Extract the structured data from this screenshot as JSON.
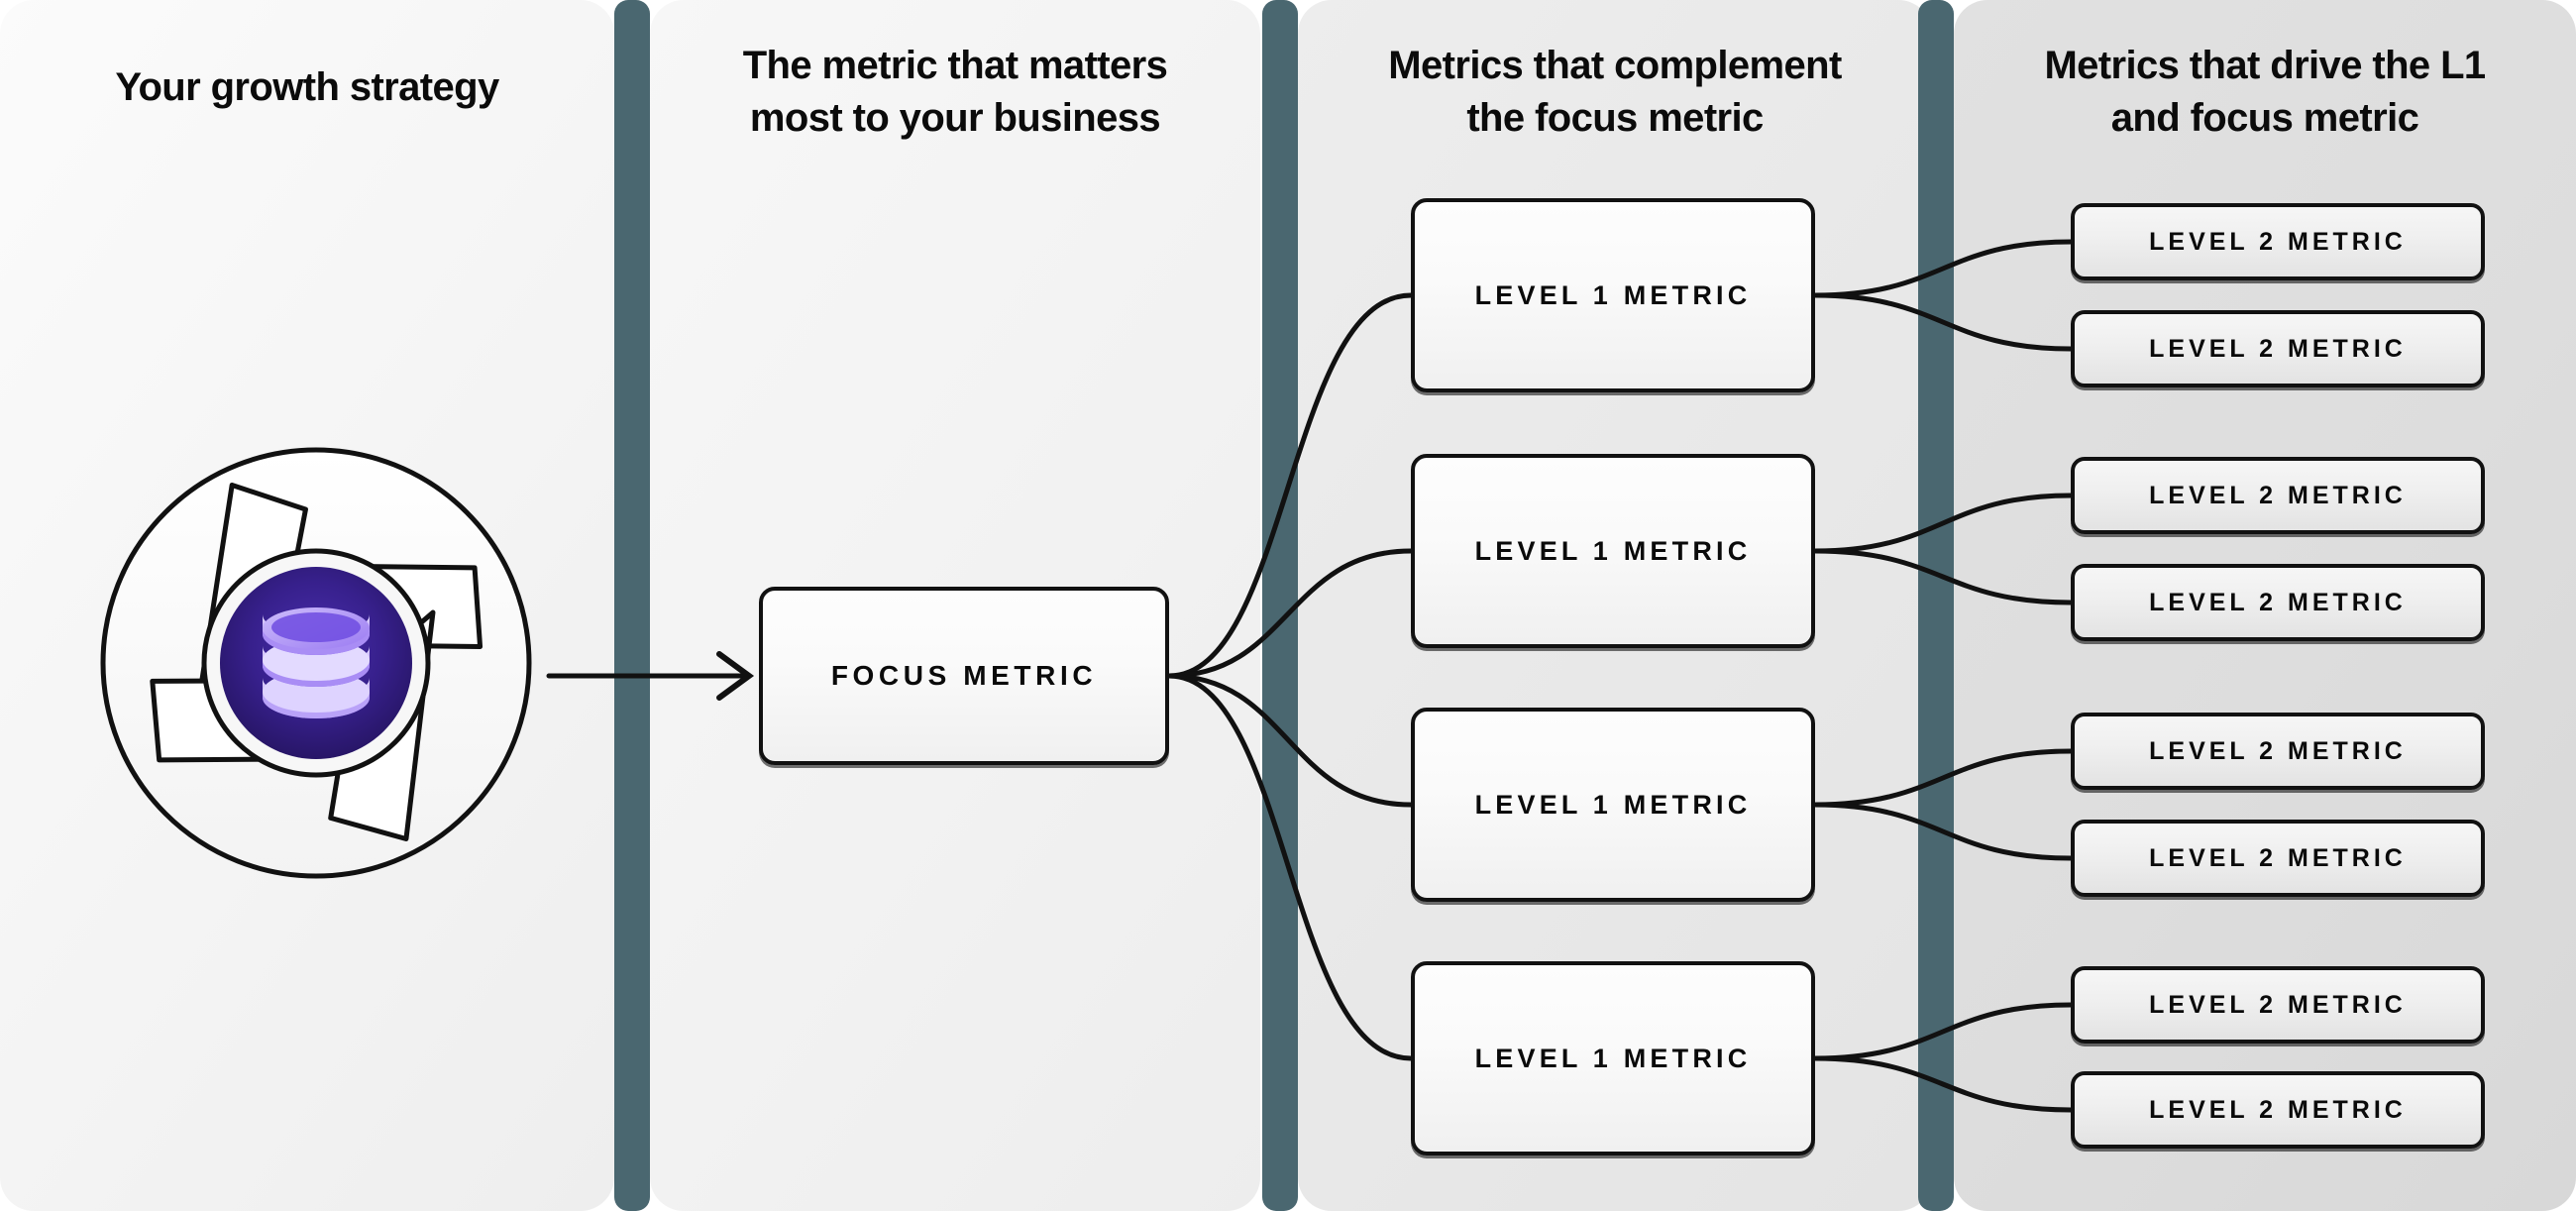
{
  "columns": [
    {
      "title": "Your growth strategy",
      "bg": "#f4f4f4"
    },
    {
      "title": "The metric that matters\nmost to your business",
      "bg": "#f2f2f2"
    },
    {
      "title": "Metrics that complement\nthe focus metric",
      "bg": "#e8e8e8"
    },
    {
      "title": "Metrics that drive the L1\nand focus metric",
      "bg": "#dddddd"
    }
  ],
  "logo": {
    "name": "growth-strategy-aperture-logo",
    "core_icon": "database-icon",
    "core_color_outer": "#2b1a6e",
    "core_color_inner": "#3d2596",
    "disk_color": "#b9a6f7",
    "disk_shadow": "#7b54e8"
  },
  "focus": {
    "label": "FOCUS METRIC"
  },
  "level1": [
    {
      "label": "LEVEL 1 METRIC"
    },
    {
      "label": "LEVEL 1 METRIC"
    },
    {
      "label": "LEVEL 1 METRIC"
    },
    {
      "label": "LEVEL 1 METRIC"
    }
  ],
  "level2": [
    {
      "label": "LEVEL 2 METRIC"
    },
    {
      "label": "LEVEL 2 METRIC"
    },
    {
      "label": "LEVEL 2 METRIC"
    },
    {
      "label": "LEVEL 2 METRIC"
    },
    {
      "label": "LEVEL 2 METRIC"
    },
    {
      "label": "LEVEL 2 METRIC"
    },
    {
      "label": "LEVEL 2 METRIC"
    },
    {
      "label": "LEVEL 2 METRIC"
    }
  ],
  "colors": {
    "divider": "#4a6770",
    "node_border": "#111111",
    "connector": "#111111",
    "text": "#0b0b0b",
    "accent_purple": "#5b33d6"
  },
  "layout": {
    "divider_count": 3,
    "arrow": "logo-to-focus-arrow"
  }
}
